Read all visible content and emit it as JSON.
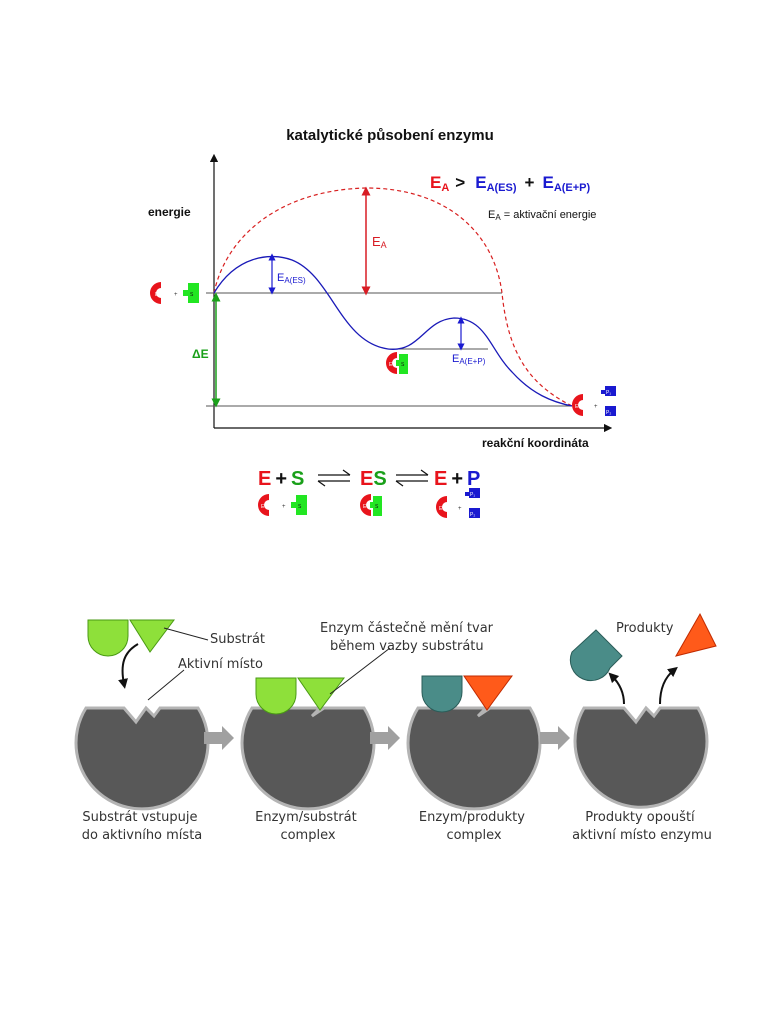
{
  "top_diagram": {
    "title": "katalytické působení enzymu",
    "y_axis_label": "energie",
    "x_axis_label": "reakční koordináta",
    "legend": {
      "ea": "E",
      "ea_sub": "A",
      "gt": ">",
      "ea_es": "E",
      "ea_es_sub": "A(ES)",
      "plus": "+",
      "ea_ep": "E",
      "ea_ep_sub": "A(E+P)",
      "def_e": "E",
      "def_sub": "A",
      "def_text": " = aktivační energie"
    },
    "labels": {
      "ea_arrow": "E",
      "ea_arrow_sub": "A",
      "ea_es_arrow": "E",
      "ea_es_arrow_sub": "A(ES)",
      "ea_ep_arrow": "E",
      "ea_ep_arrow_sub": "A(E+P)",
      "delta_e": "ΔE"
    },
    "icon_text": {
      "e": "E",
      "s": "S",
      "p1": "P₁",
      "p2": "P₂",
      "plus": "+"
    },
    "equation": {
      "e": "E",
      "plus1": "+",
      "s": "S",
      "es_e": "E",
      "es_s": "S",
      "e2": "E",
      "plus2": "+",
      "p": "P"
    },
    "colors": {
      "enzyme": "#e8141c",
      "substrate": "#1aa01a",
      "substrate_fill": "#22e622",
      "product": "#1a1ad0",
      "curve": "#1a1ab8",
      "dashed": "#d82020",
      "axis": "#111111"
    }
  },
  "bottom_diagram": {
    "label_substrat": "Substrát",
    "label_aktivni": "Aktivní místo",
    "label_enzym_meni": "Enzym částečně mění tvar",
    "label_behem": "během vazby substrátu",
    "label_produkty": "Produkty",
    "captions": [
      [
        "Substrát vstupuje",
        "do aktivního místa"
      ],
      [
        "Enzym/substrát",
        "complex"
      ],
      [
        "Enzym/produkty",
        "complex"
      ],
      [
        "Produkty opouští",
        "aktivní místo enzymu"
      ]
    ],
    "colors": {
      "enzyme_body": "#585858",
      "enzyme_rim": "#b4b4b4",
      "substrate": "#8ee03a",
      "substrate_edge": "#4a9a14",
      "product_teal": "#4a8c88",
      "product_orange": "#ff5a1a",
      "arrow_gray": "#a0a0a0"
    }
  }
}
